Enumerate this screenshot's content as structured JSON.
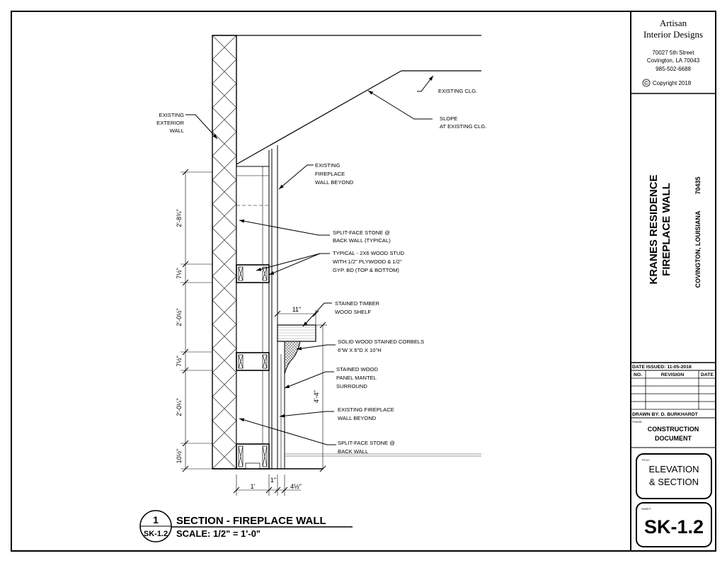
{
  "firm": {
    "name_line1": "Artisan",
    "name_line2": "Interior Designs",
    "address1": "70027  5th Street",
    "address2": "Covington, LA  70043",
    "phone": "985-502-6688",
    "copyright_symbol": "©",
    "copyright": "Copyright 2018"
  },
  "project": {
    "line1": "KRANES  RESIDENCE",
    "line2": "FIREPLACE  WALL",
    "location": "COVINGTON,  LOUISIANA",
    "zip": "70435"
  },
  "issue": {
    "date_issued": "DATE ISSUED:   11-05-2018",
    "col_no": "NO.",
    "col_revision": "REVISION",
    "col_date": "DATE",
    "drawn_by": "DRAWN  BY:   D.  BURKHARDT"
  },
  "phase": {
    "label": "PHASE:",
    "line1": "CONSTRUCTION",
    "line2": "DOCUMENT"
  },
  "sheet_title": {
    "label": "TITLE:",
    "line1": "ELEVATION",
    "line2": "& SECTION"
  },
  "sheet_number": {
    "label": "SHEET:",
    "value": "SK-1.2"
  },
  "drawing_title": {
    "detail_number": "1",
    "detail_sheet": "SK-1.2",
    "title": "SECTION - FIREPLACE WALL",
    "scale": "SCALE: 1/2\" = 1'-0\""
  },
  "notes": {
    "existing_exterior_wall": [
      "EXISTING",
      "EXTERIOR",
      "WALL"
    ],
    "existing_clg": [
      "EXISTING CLG."
    ],
    "slope": [
      "SLOPE",
      "AT  EXISTING CLG."
    ],
    "existing_fireplace_wall_beyond": [
      "EXISTING",
      "FIREPLACE",
      "WALL BEYOND"
    ],
    "split_face_stone_back_typ": [
      "SPLIT-FACE STONE @",
      "BACK WALL (TYPICAL)"
    ],
    "typical_wood_stud": [
      "TYPICAL - 2X6 WOOD STUD",
      "WITH 1/2\" PLYWOOD & 1/2\"",
      "GYP. BD (TOP & BOTTOM)"
    ],
    "stained_timber_shelf": [
      "STAINED TIMBER",
      "WOOD SHELF"
    ],
    "corbels": [
      "SOLID WOOD STAINED CORBELS",
      "6\"W X 6\"D X 10\"H"
    ],
    "mantel_surround": [
      "STAINED WOOD",
      "PANEL MANTEL",
      "SURROUND"
    ],
    "existing_fireplace_wall_beyond_2": [
      "EXISTING FIREPLACE",
      "WALL BEYOND"
    ],
    "split_face_stone_back": [
      "SPLIT-FACE STONE @",
      "BACK WALL"
    ]
  },
  "dimensions": {
    "d_2_8_3_4": "2'-8¾\"",
    "d_7_1_2_a": "7½\"",
    "d_2_0_1_2": "2'-0½\"",
    "d_7_1_2_b": "7½\"",
    "d_2_0_1_4": "2'-0¼\"",
    "d_10_1_2": "10½\"",
    "d_1ft": "1'",
    "d_1in": "1\"",
    "d_4_1_2": "4½\"",
    "d_11in": "11\"",
    "d_4_4": "4'-4\""
  }
}
